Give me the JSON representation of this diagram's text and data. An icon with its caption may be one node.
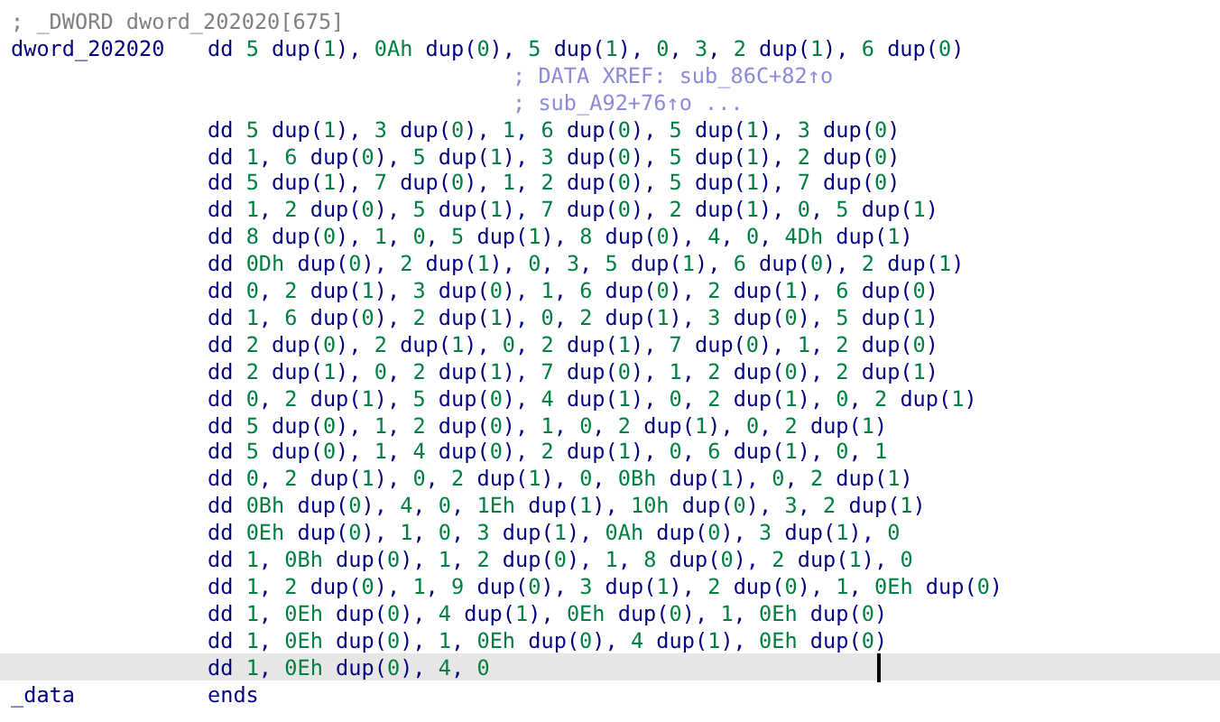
{
  "diagram": {
    "labels": [
      "; _DWORD dword_202020[675]",
      "dword_202020",
      "dd 5 dup(1), 0Ah dup(0), 5 dup(1), 0, 3, 2 dup(1), 6 dup(0)",
      "; DATA XREF: sub_86C+82↑o",
      "; sub_A92+76↑o ...",
      "dd 5 dup(1), 3 dup(0), 1, 6 dup(0), 5 dup(1), 3 dup(0)",
      "dd 1, 6 dup(0), 5 dup(1), 3 dup(0), 5 dup(1), 2 dup(0)",
      "dd 5 dup(1), 7 dup(0), 1, 2 dup(0), 5 dup(1), 7 dup(0)",
      "dd 1, 2 dup(0), 5 dup(1), 7 dup(0), 2 dup(1), 0, 5 dup(1)",
      "dd 8 dup(0), 1, 0, 5 dup(1), 8 dup(0), 4, 0, 4Dh dup(1)",
      "dd 0Dh dup(0), 2 dup(1), 0, 3, 5 dup(1), 6 dup(0), 2 dup(1)",
      "dd 0, 2 dup(1), 3 dup(0), 1, 6 dup(0), 2 dup(1), 6 dup(0)",
      "dd 1, 6 dup(0), 2 dup(1), 0, 2 dup(1), 3 dup(0), 5 dup(1)",
      "dd 2 dup(0), 2 dup(1), 0, 2 dup(1), 7 dup(0), 1, 2 dup(0)",
      "dd 2 dup(1), 0, 2 dup(1), 7 dup(0), 1, 2 dup(0), 2 dup(1)",
      "dd 0, 2 dup(1), 5 dup(0), 4 dup(1), 0, 2 dup(1), 0, 2 dup(1)",
      "dd 5 dup(0), 1, 2 dup(0), 1, 0, 2 dup(1), 0, 2 dup(1)",
      "dd 5 dup(0), 1, 4 dup(0), 2 dup(1), 0, 6 dup(1), 0, 1",
      "dd 0, 2 dup(1), 0, 2 dup(1), 0, 0Bh dup(1), 0, 2 dup(1)",
      "dd 0Bh dup(0), 4, 0, 1Eh dup(1), 10h dup(0), 3, 2 dup(1)",
      "dd 0Eh dup(0), 1, 0, 3 dup(1), 0Ah dup(0), 3 dup(1), 0",
      "dd 1, 0Bh dup(0), 1, 2 dup(0), 1, 8 dup(0), 2 dup(1), 0",
      "dd 1, 2 dup(0), 1, 9 dup(0), 3 dup(1), 2 dup(0), 1, 0Eh dup(0)",
      "dd 1, 0Eh dup(0), 4 dup(1), 0Eh dup(0), 1, 0Eh dup(0)",
      "dd 1, 0Eh dup(0), 1, 0Eh dup(0), 4 dup(1), 0Eh dup(0)",
      "dd 1, 0Eh dup(0), 4, 0",
      "_data",
      "ends"
    ]
  }
}
